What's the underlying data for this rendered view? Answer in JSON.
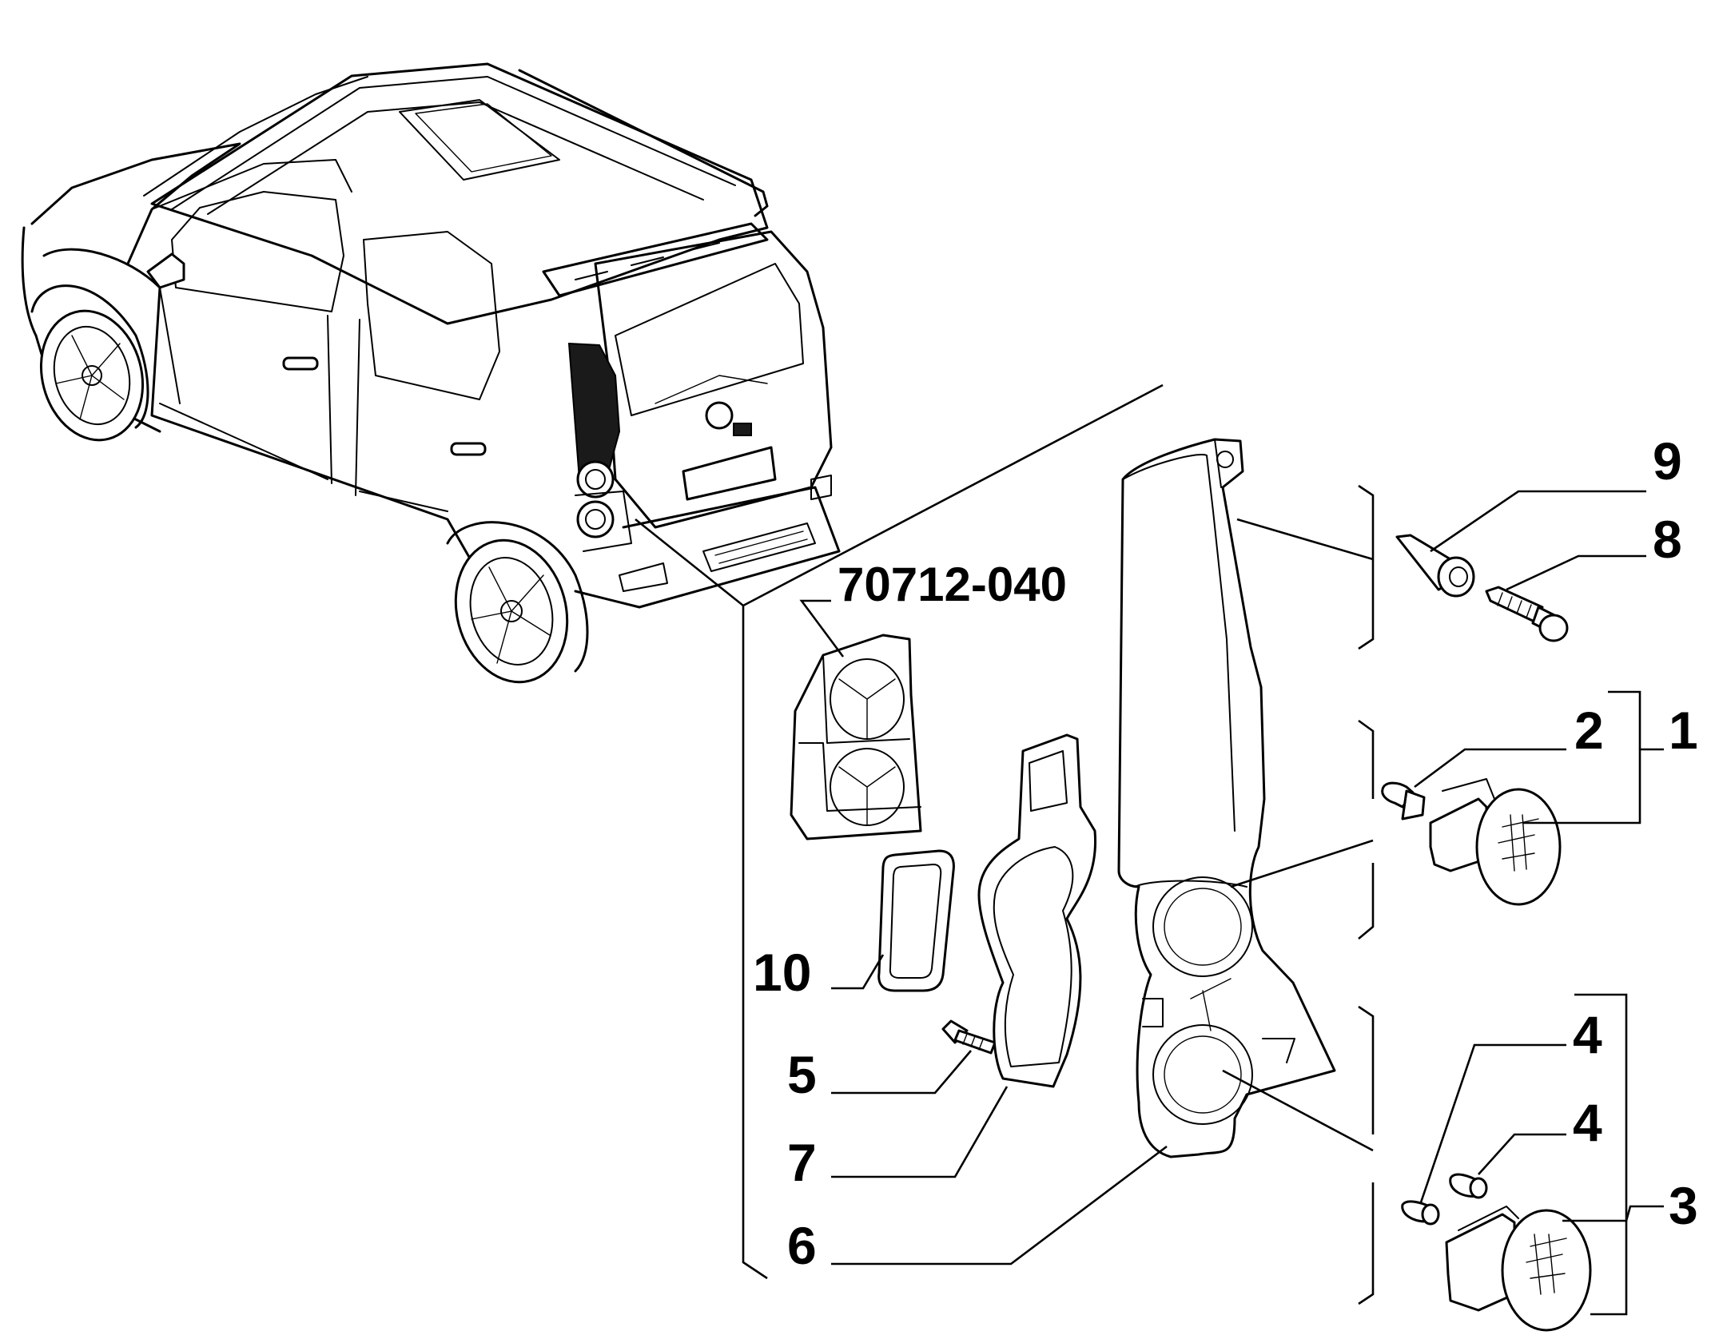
{
  "diagram": {
    "reference_code": "70712-040",
    "callouts": [
      "1",
      "2",
      "3",
      "4",
      "4",
      "5",
      "6",
      "7",
      "8",
      "9",
      "10"
    ]
  }
}
